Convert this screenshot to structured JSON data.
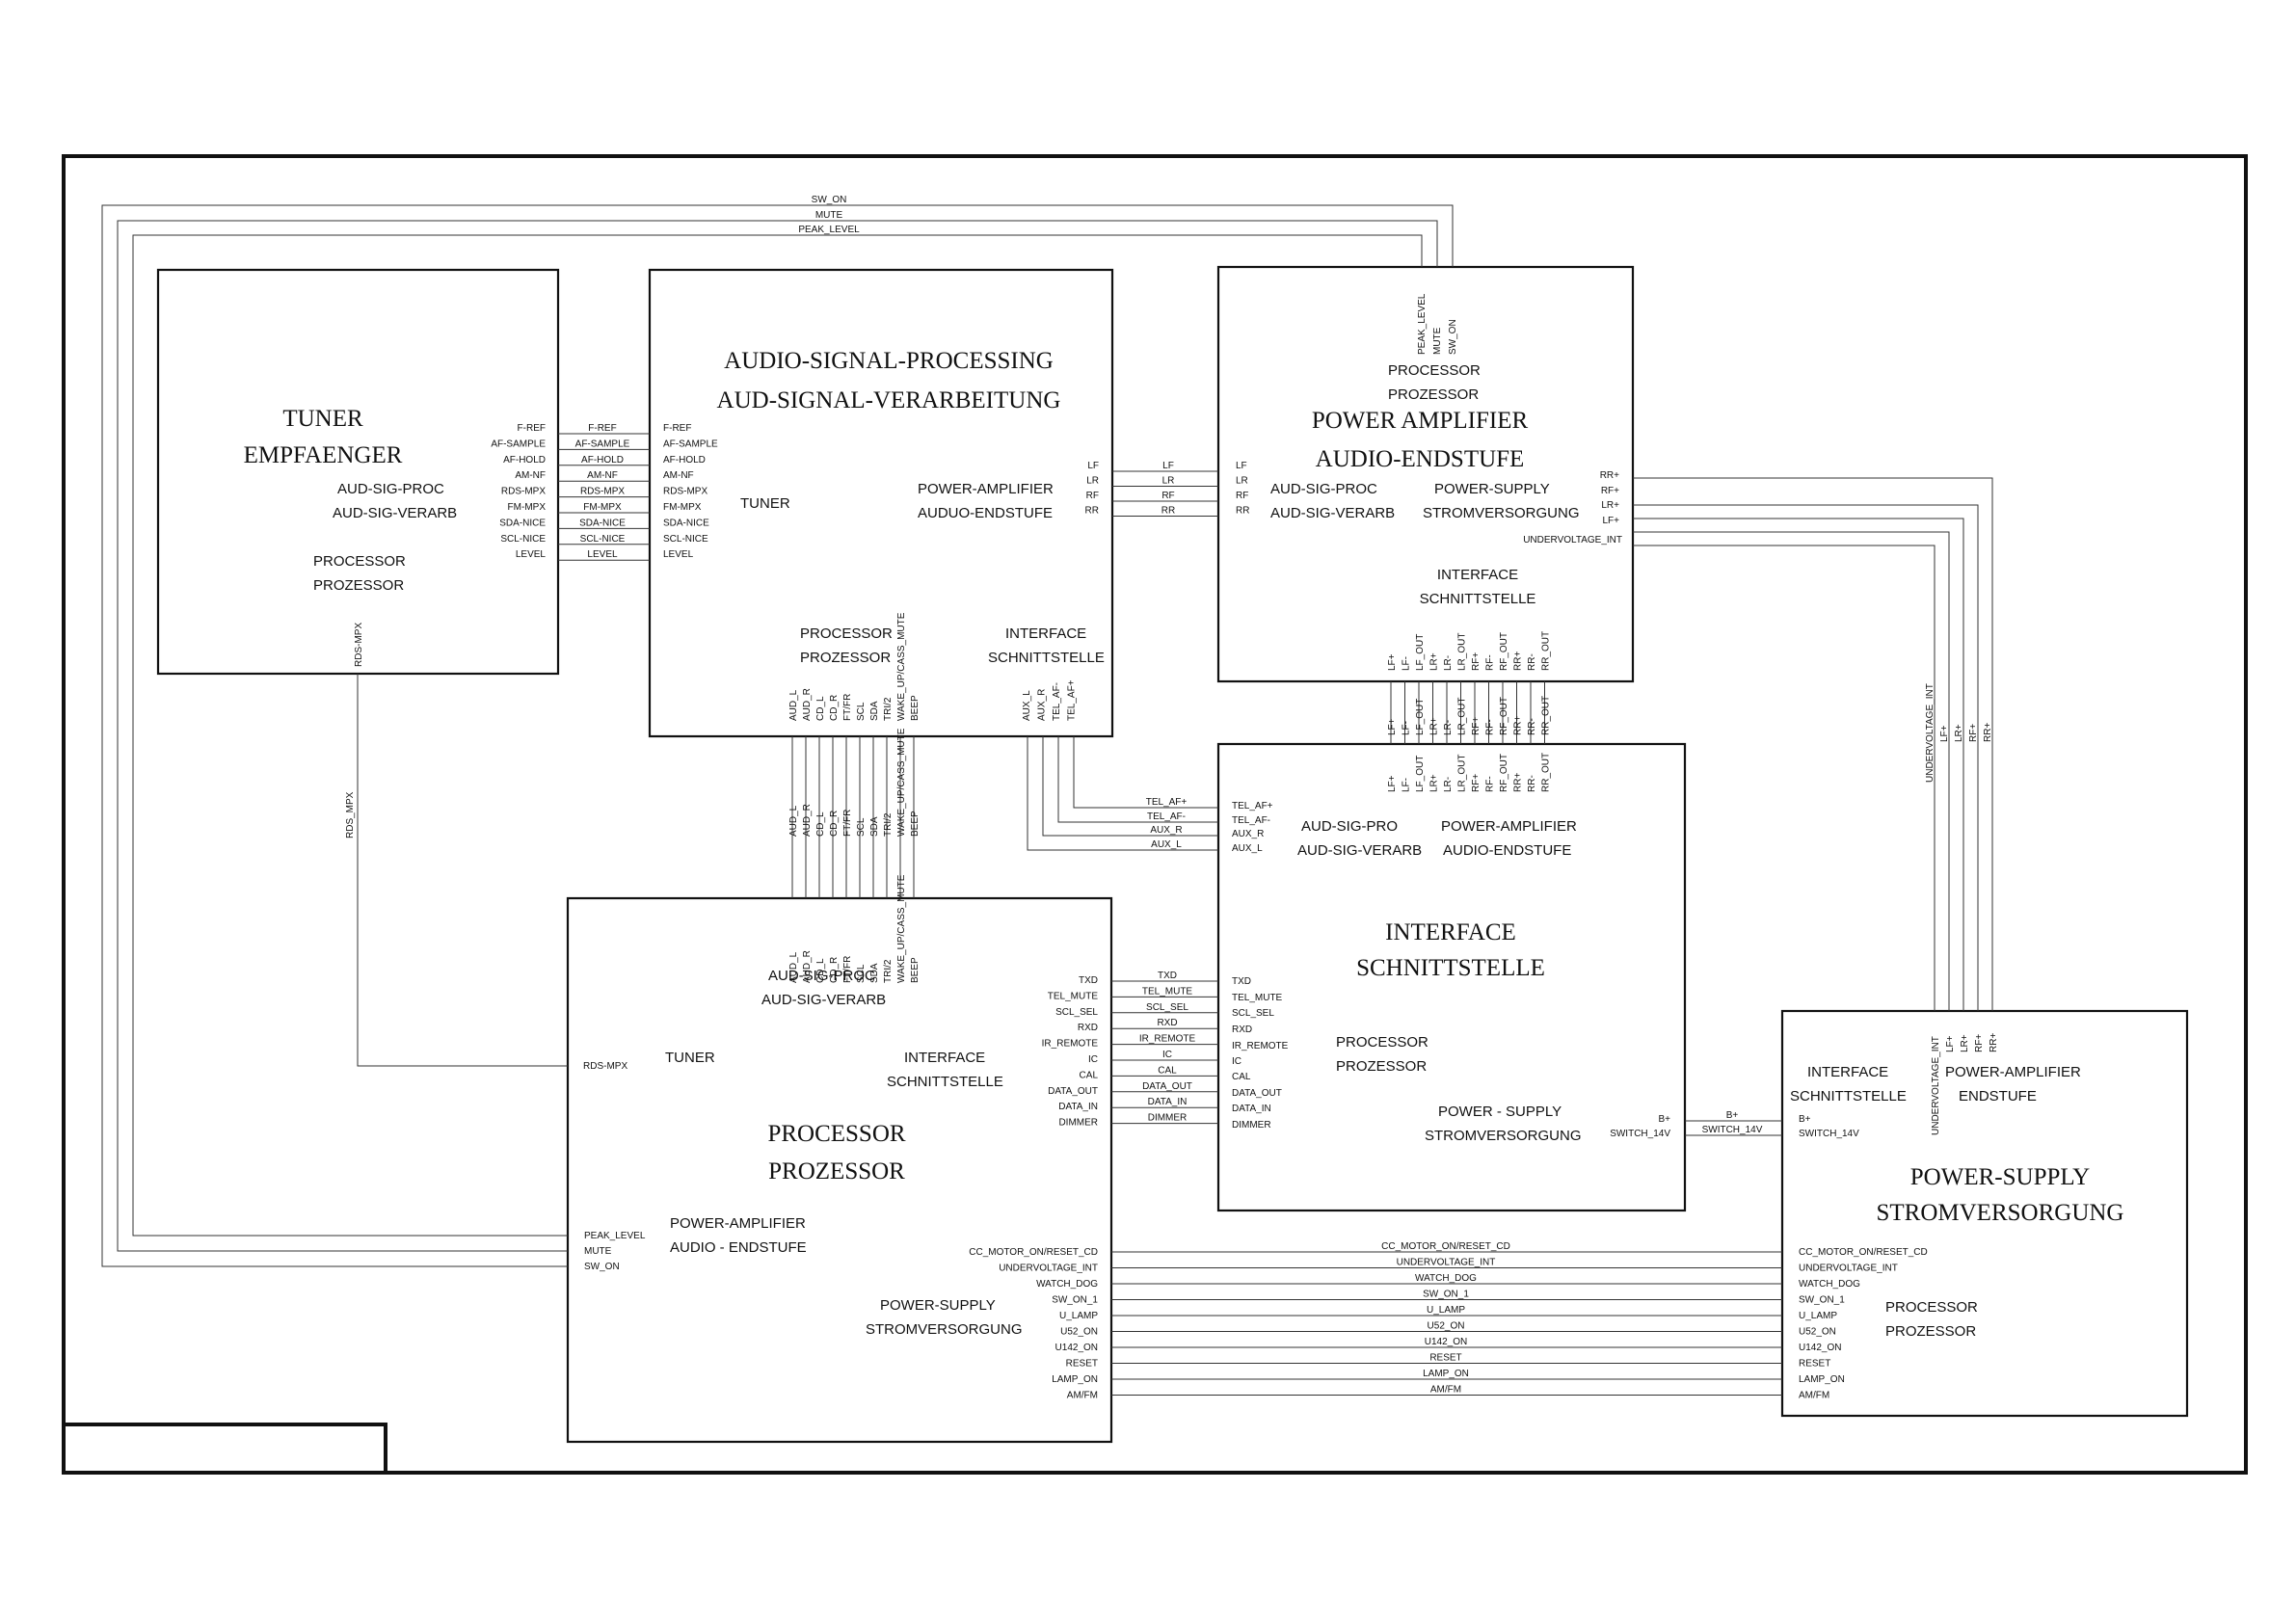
{
  "blocks": {
    "tuner": {
      "title": [
        "TUNER",
        "EMPFAENGER"
      ],
      "subs": [
        "AUD-SIG-PROC",
        "AUD-SIG-VERARB",
        "PROCESSOR",
        "PROZESSOR"
      ],
      "pins": [
        "F-REF",
        "AF-SAMPLE",
        "AF-HOLD",
        "AM-NF",
        "RDS-MPX",
        "FM-MPX",
        "SDA-NICE",
        "SCL-NICE",
        "LEVEL"
      ],
      "pin_bottom": "RDS-MPX"
    },
    "audio": {
      "title": [
        "AUDIO-SIGNAL-PROCESSING",
        "AUD-SIGNAL-VERARBEITUNG"
      ],
      "subs": [
        "TUNER",
        "POWER-AMPLIFIER",
        "AUDUO-ENDSTUFE",
        "PROCESSOR",
        "PROZESSOR",
        "INTERFACE",
        "SCHNITTSTELLE"
      ],
      "pins_left": [
        "F-REF",
        "AF-SAMPLE",
        "AF-HOLD",
        "AM-NF",
        "RDS-MPX",
        "FM-MPX",
        "SDA-NICE",
        "SCL-NICE",
        "LEVEL"
      ],
      "pins_right": [
        "LF",
        "LR",
        "RF",
        "RR"
      ],
      "pins_bottom": [
        "AUD_L",
        "AUD_R",
        "CD_L",
        "CD_R",
        "FT/FR",
        "SCL",
        "SDA",
        "TRI/2",
        "WAKE_UP/CASS_MUTE",
        "BEEP"
      ],
      "pins_bottom2": [
        "AUX_L",
        "AUX_R",
        "TEL_AF-",
        "TEL_AF+"
      ]
    },
    "poweramp": {
      "title": [
        "POWER AMPLIFIER",
        "AUDIO-ENDSTUFE"
      ],
      "subs": [
        "PROCESSOR",
        "PROZESSOR",
        "AUD-SIG-PROC",
        "AUD-SIG-VERARB",
        "POWER-SUPPLY",
        "STROMVERSORGUNG",
        "INTERFACE",
        "SCHNITTSTELLE"
      ],
      "pins_top": [
        "PEAK_LEVEL",
        "MUTE",
        "SW_ON"
      ],
      "pins_left": [
        "LF",
        "LR",
        "RF",
        "RR"
      ],
      "pins_right": [
        "RR+",
        "RF+",
        "LR+",
        "LF+",
        "UNDERVOLTAGE_INT"
      ],
      "pins_bottom": [
        "LF+",
        "LF-",
        "LF_OUT",
        "LR+",
        "LR-",
        "LR_OUT",
        "RF+",
        "RF-",
        "RF_OUT",
        "RR+",
        "RR-",
        "RR_OUT"
      ]
    },
    "interface": {
      "title": [
        "INTERFACE",
        "SCHNITTSTELLE"
      ],
      "subs": [
        "AUD-SIG-PRO",
        "AUD-SIG-VERARB",
        "POWER-AMPLIFIER",
        "AUDIO-ENDSTUFE",
        "PROCESSOR",
        "PROZESSOR",
        "POWER - SUPPLY",
        "STROMVERSORGUNG"
      ],
      "pins_top": [
        "LF+",
        "LF-",
        "LF_OUT",
        "LR+",
        "LR-",
        "LR_OUT",
        "RF+",
        "RF-",
        "RF_OUT",
        "RR+",
        "RR-",
        "RR_OUT"
      ],
      "pins_left_top": [
        "TEL_AF+",
        "TEL_AF-",
        "AUX_R",
        "AUX_L"
      ],
      "pins_left": [
        "TXD",
        "TEL_MUTE",
        "SCL_SEL",
        "RXD",
        "IC",
        "CAL",
        "DATA_OUT",
        "DATA_IN",
        "DIMMER",
        "IR_REMOTE"
      ],
      "pins_right": [
        "B+",
        "SWITCH_14V"
      ]
    },
    "processor": {
      "title": [
        "PROCESSOR",
        "PROZESSOR"
      ],
      "subs": [
        "AUD-SIG-PROC",
        "AUD-SIG-VERARB",
        "TUNER",
        "INTERFACE",
        "SCHNITTSTELLE",
        "POWER-AMPLIFIER",
        "AUDIO - ENDSTUFE",
        "POWER-SUPPLY",
        "STROMVERSORGUNG"
      ],
      "pins_top": [
        "AUD_L",
        "AUD_R",
        "CD_L",
        "CD_R",
        "FT/FR",
        "SCL",
        "SDA",
        "TRI/2",
        "WAKE_UP/CASS_MUTE",
        "BEEP"
      ],
      "pin_rds": "RDS-MPX",
      "pins_left": [
        "PEAK_LEVEL",
        "MUTE",
        "SW_ON"
      ],
      "pins_right": [
        "TXD",
        "TEL_MUTE",
        "SCL_SEL",
        "RXD",
        "IR_REMOTE",
        "IC",
        "CAL",
        "DATA_OUT",
        "DATA_IN",
        "DIMMER"
      ],
      "pins_right2": [
        "CC_MOTOR_ON/RESET_CD",
        "UNDERVOLTAGE_INT",
        "WATCH_DOG",
        "SW_ON_1",
        "U_LAMP",
        "U52_ON",
        "U142_ON",
        "RESET",
        "LAMP_ON",
        "AM/FM"
      ]
    },
    "powersupply": {
      "title": [
        "POWER-SUPPLY",
        "STROMVERSORGUNG"
      ],
      "subs": [
        "INTERFACE",
        "SCHNITTSTELLE",
        "POWER-AMPLIFIER",
        "ENDSTUFE",
        "PROCESSOR",
        "PROZESSOR"
      ],
      "pins_top": [
        "UNDERVOLTAGE_INT",
        "LF+",
        "LR+",
        "RF+",
        "RR+"
      ],
      "pins_left": [
        "B+",
        "SWITCH_14V"
      ],
      "pins_left2": [
        "CC_MOTOR_ON/RESET_CD",
        "UNDERVOLTAGE_INT",
        "WATCH_DOG",
        "SW_ON_1",
        "U_LAMP",
        "U52_ON",
        "U142_ON",
        "RESET",
        "LAMP_ON",
        "AM/FM"
      ]
    }
  },
  "nets": {
    "top_bus": [
      "SW_ON",
      "MUTE",
      "PEAK_LEVEL"
    ],
    "tuner_audio": [
      "F-REF",
      "AF-SAMPLE",
      "AF-HOLD",
      "AM-NF",
      "RDS-MPX",
      "FM-MPX",
      "SDA-NICE",
      "SCL-NICE",
      "LEVEL"
    ],
    "audio_amp": [
      "LF",
      "LR",
      "RF",
      "RR"
    ],
    "amp_interface": [
      "LF+",
      "LF-",
      "LF_OUT",
      "LR+",
      "LR-",
      "LR_OUT",
      "RF+",
      "RF-",
      "RF_OUT",
      "RR+",
      "RR-",
      "RR_OUT"
    ],
    "audio_processor": [
      "AUD_L",
      "AUD_R",
      "CD_L",
      "CD_R",
      "FT/FR",
      "SCL",
      "SDA",
      "TRI/2",
      "WAKE_UP/CASS_MUTE",
      "BEEP"
    ],
    "audio_interface": [
      "TEL_AF+",
      "TEL_AF-",
      "AUX_R",
      "AUX_L"
    ],
    "rds": "RDS_MPX",
    "processor_interface": [
      "TXD",
      "TEL_MUTE",
      "SCL_SEL",
      "RXD",
      "IR_REMOTE",
      "IC",
      "CAL",
      "DATA_OUT",
      "DATA_IN",
      "DIMMER"
    ],
    "amp_supply": [
      "UNDERVOLTAGE_INT",
      "LF+",
      "LR+",
      "RF+",
      "RR+"
    ],
    "interface_supply": [
      "B+",
      "SWITCH_14V"
    ],
    "processor_supply": [
      "CC_MOTOR_ON/RESET_CD",
      "UNDERVOLTAGE_INT",
      "WATCH_DOG",
      "SW_ON_1",
      "U_LAMP",
      "U52_ON",
      "U142_ON",
      "RESET",
      "LAMP_ON",
      "AM/FM"
    ]
  }
}
